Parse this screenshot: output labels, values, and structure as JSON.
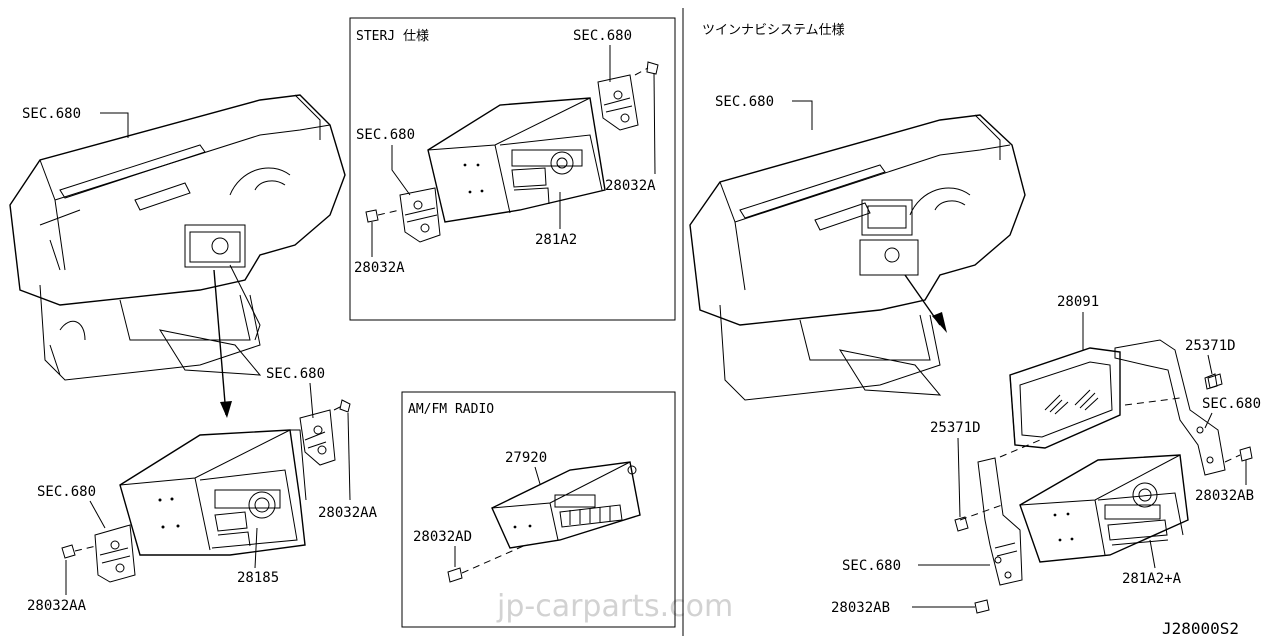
{
  "boxes": {
    "sterj_header": "STERJ 仕様",
    "amfm_header": "AM/FM RADIO",
    "twin_navi_header": "ツインナビシステム仕様"
  },
  "labels": {
    "left_sec680_dash": "SEC.680",
    "left_sec680_bracket_top": "SEC.680",
    "left_sec680_bracket_left": "SEC.680",
    "left_28032aa_right": "28032AA",
    "left_28032aa_left": "28032AA",
    "left_28185": "28185",
    "sterj_sec680_top": "SEC.680",
    "sterj_sec680_left": "SEC.680",
    "sterj_28032a_right": "28032A",
    "sterj_28032a_left": "28032A",
    "sterj_281a2": "281A2",
    "amfm_27920": "27920",
    "amfm_28032ad": "28032AD",
    "right_sec680_dash": "SEC.680",
    "right_28091": "28091",
    "right_25371d_top": "25371D",
    "right_25371d_left": "25371D",
    "right_sec680_bracket": "SEC.680",
    "right_28032ab_right": "28032AB",
    "right_sec680_bottom": "SEC.680",
    "right_281a2a": "281A2+A",
    "right_28032ab_bottom": "28032AB"
  },
  "watermark": "jp-carparts.com",
  "diagram_code": "J28000S2"
}
